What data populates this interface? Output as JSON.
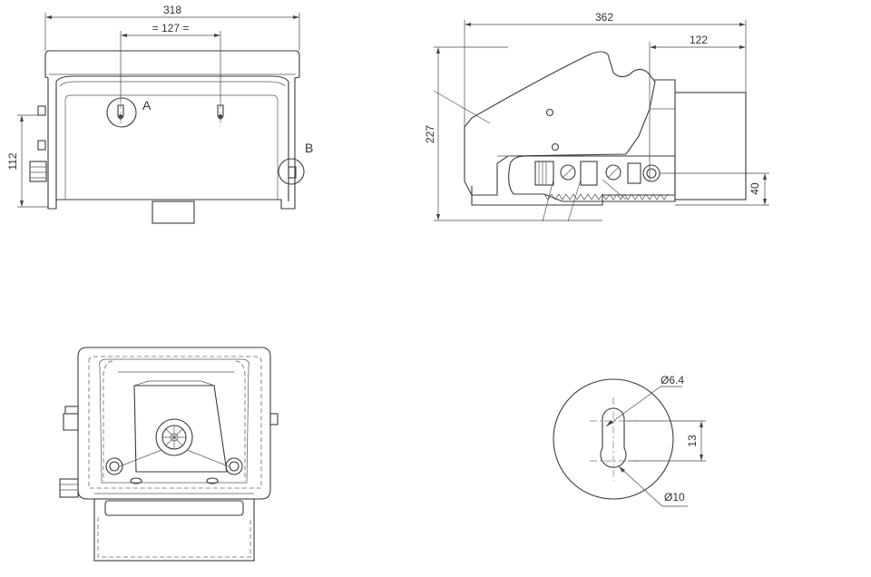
{
  "dimensions": {
    "front_width": "318",
    "bolt_spacing": "= 127 =",
    "front_height": "112",
    "side_width": "362",
    "side_depth": "122",
    "side_height": "227",
    "side_offset": "40",
    "hole_small": "Ø6.4",
    "hole_spacing": "13",
    "hole_large": "Ø10"
  },
  "callouts": {
    "detail_a": "A",
    "detail_b": "B"
  },
  "colors": {
    "line": "#3a3a3a",
    "text": "#333333",
    "background": "#ffffff"
  }
}
